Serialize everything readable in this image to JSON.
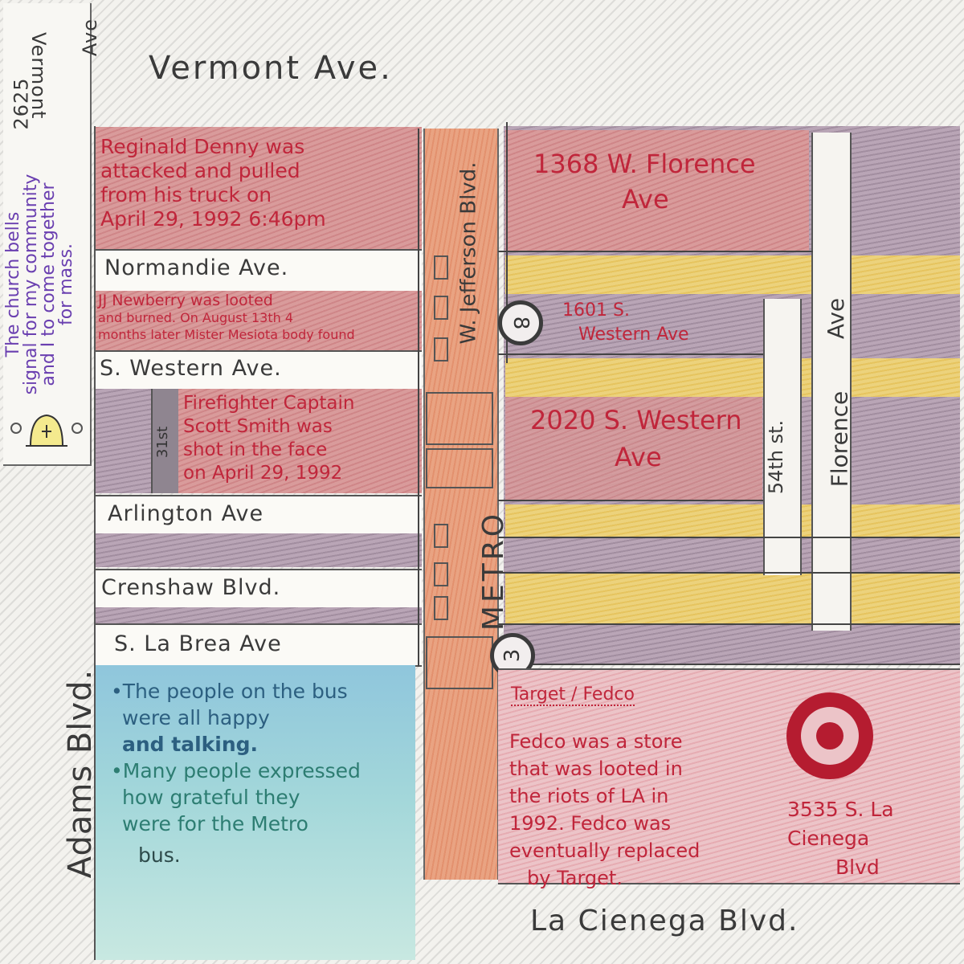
{
  "streets": {
    "vermont": "Vermont Ave.",
    "vermont_address_1": "2625",
    "vermont_address_2": "Vermont",
    "vermont_address_3": "Ave",
    "normandie": "Normandie Ave.",
    "western": "S. Western Ave.",
    "arlington": "Arlington Ave",
    "crenshaw": "Crenshaw Blvd.",
    "la_brea": "S. La Brea Ave",
    "jefferson": "W. Jefferson Blvd.",
    "adams": "Adams Blvd.",
    "la_cienega": "La Cienega Blvd.",
    "st_31": "31st",
    "st_54": "54th st.",
    "florence": "Florence",
    "ave": "Ave",
    "metro": "METRO"
  },
  "church": {
    "line1": "The church bells",
    "line2": "signal for my community",
    "line3": "and I to come together",
    "line4": "for mass."
  },
  "events": {
    "denny": [
      "Reginald Denny was",
      "attacked and pulled",
      "from his truck on",
      "April 29, 1992 6:46pm"
    ],
    "newberry": [
      "JJ Newberry was looted",
      "and burned. On August 13th 4",
      "months later Mister Mesiota body found"
    ],
    "firefighter": [
      "Firefighter Captain",
      "Scott Smith was",
      "shot in the face",
      "on April 29, 1992"
    ]
  },
  "addresses": {
    "florence_ave_1": "1368 W. Florence",
    "florence_ave_2": "Ave",
    "western_1601_1": "1601 S.",
    "western_1601_2": "Western Ave",
    "western_2020_1": "2020 S. Western",
    "western_2020_2": "Ave",
    "la_cienega_1": "3535 S. La",
    "la_cienega_2": "Cienega",
    "la_cienega_3": "Blvd"
  },
  "bus_routes": {
    "route_8": "8",
    "route_3": "3"
  },
  "bus_notes": {
    "line1": "•The people on the bus",
    "line2": "were all happy",
    "line3": "and talking.",
    "line4": "•Many people expressed",
    "line5": "how grateful they",
    "line6": "were for the Metro",
    "line7": "bus."
  },
  "target": {
    "heading": "Target / Fedco",
    "body": [
      "Fedco was a store",
      "that was looted in",
      "the riots of LA in",
      "1992. Fedco was",
      "eventually replaced",
      "by Target."
    ]
  },
  "colors": {
    "red_ink": "#c0263b",
    "purple_ink": "#6a3fb0",
    "pencil_gray": "#3a3a3a",
    "target_red": "#b51c30"
  },
  "icons": {
    "church_bell": "bell-icon",
    "target_logo": "target-logo-icon"
  }
}
